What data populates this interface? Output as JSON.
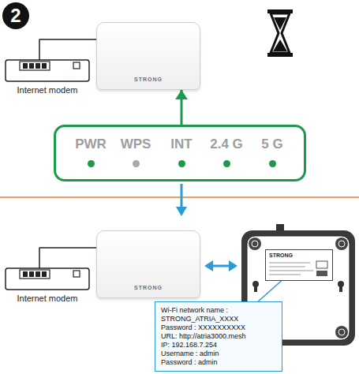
{
  "diagram": {
    "nodes": [
      {
        "text": [
          "2"
        ]
      },
      {
        "text": [
          "Internet modem"
        ]
      },
      {
        "text": [
          "STRONG"
        ]
      },
      {
        "text": [
          "PWR",
          "WPS",
          "INT",
          "2.4 G",
          "5 G"
        ]
      },
      {
        "text": [
          "Internet modem"
        ]
      },
      {
        "text": [
          "STRONG"
        ]
      },
      {
        "text": [
          "STRONG"
        ]
      },
      {
        "text": [
          "Wi-Fi network name : STRONG_ATRIA_XXXX",
          "Password : XXXXXXXXXX",
          "URL: http://atria3000.mesh",
          "IP: 192.168.7.254",
          "Username : admin",
          "Password : admin"
        ]
      }
    ],
    "edges": [
      {
        "from": 3,
        "to": 2,
        "arrow": "to"
      },
      {
        "from": 1,
        "to": 2,
        "arrow": "none"
      },
      {
        "from": 4,
        "to": 5,
        "arrow": "none"
      },
      {
        "from": 7,
        "to": 6,
        "arrow": "none"
      }
    ]
  }
}
